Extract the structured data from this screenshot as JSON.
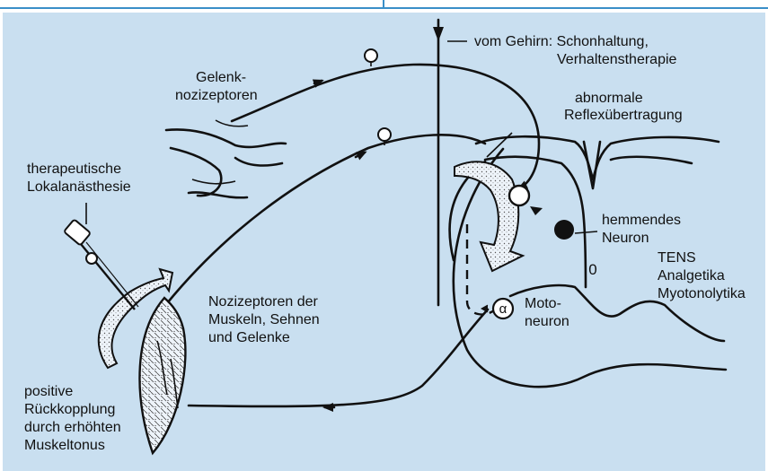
{
  "labels": {
    "brain": [
      "vom Gehirn: Schonhaltung,",
      "Verhaltenstherapie"
    ],
    "joint_nociceptors": [
      "Gelenk-",
      "nozizeptoren"
    ],
    "abnormal_reflex": [
      "abnormale",
      "Reflexübertragung"
    ],
    "local_anesthesia": [
      "therapeutische",
      "Lokalanästhesie"
    ],
    "inhibitory_neuron": [
      "hemmendes",
      "Neuron"
    ],
    "treatments": [
      "TENS",
      "Analgetika",
      "Myotonolytika"
    ],
    "muscle_nociceptors": [
      "Nozizeptoren der",
      "Muskeln, Sehnen",
      "und Gelenke"
    ],
    "motoneuron": [
      "Moto-",
      "neuron"
    ],
    "feedback": [
      "positive",
      "Rückkopplung",
      "durch erhöhten",
      "Muskeltonus"
    ],
    "alpha_symbol": "α",
    "canal_symbol": "0"
  },
  "colors": {
    "background": "#c9dff0",
    "accent": "#3a8fc8",
    "ink": "#111111",
    "arrow_fill": "#eef4fa"
  }
}
